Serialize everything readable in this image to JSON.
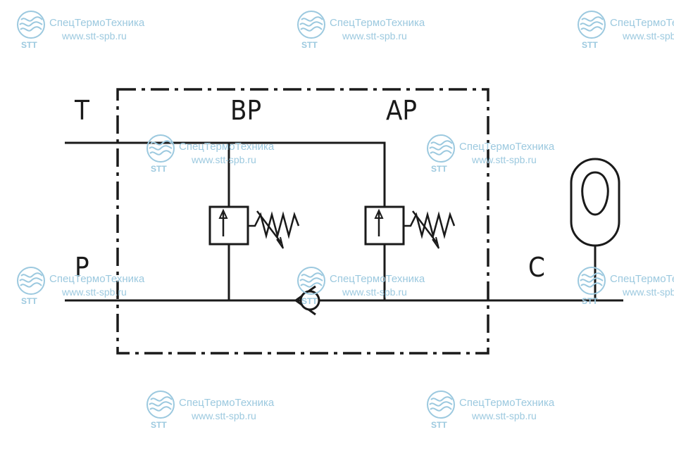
{
  "diagram": {
    "ports": {
      "t": "T",
      "p": "P",
      "bp": "BP",
      "ap": "AP",
      "c": "C"
    }
  },
  "watermark": {
    "company": "СпецТермоТехника",
    "url": "www.stt-spb.ru",
    "logo_text": "STT",
    "color": "#9cc9df"
  },
  "colors": {
    "line": "#1a1a1a",
    "background": "#ffffff"
  }
}
